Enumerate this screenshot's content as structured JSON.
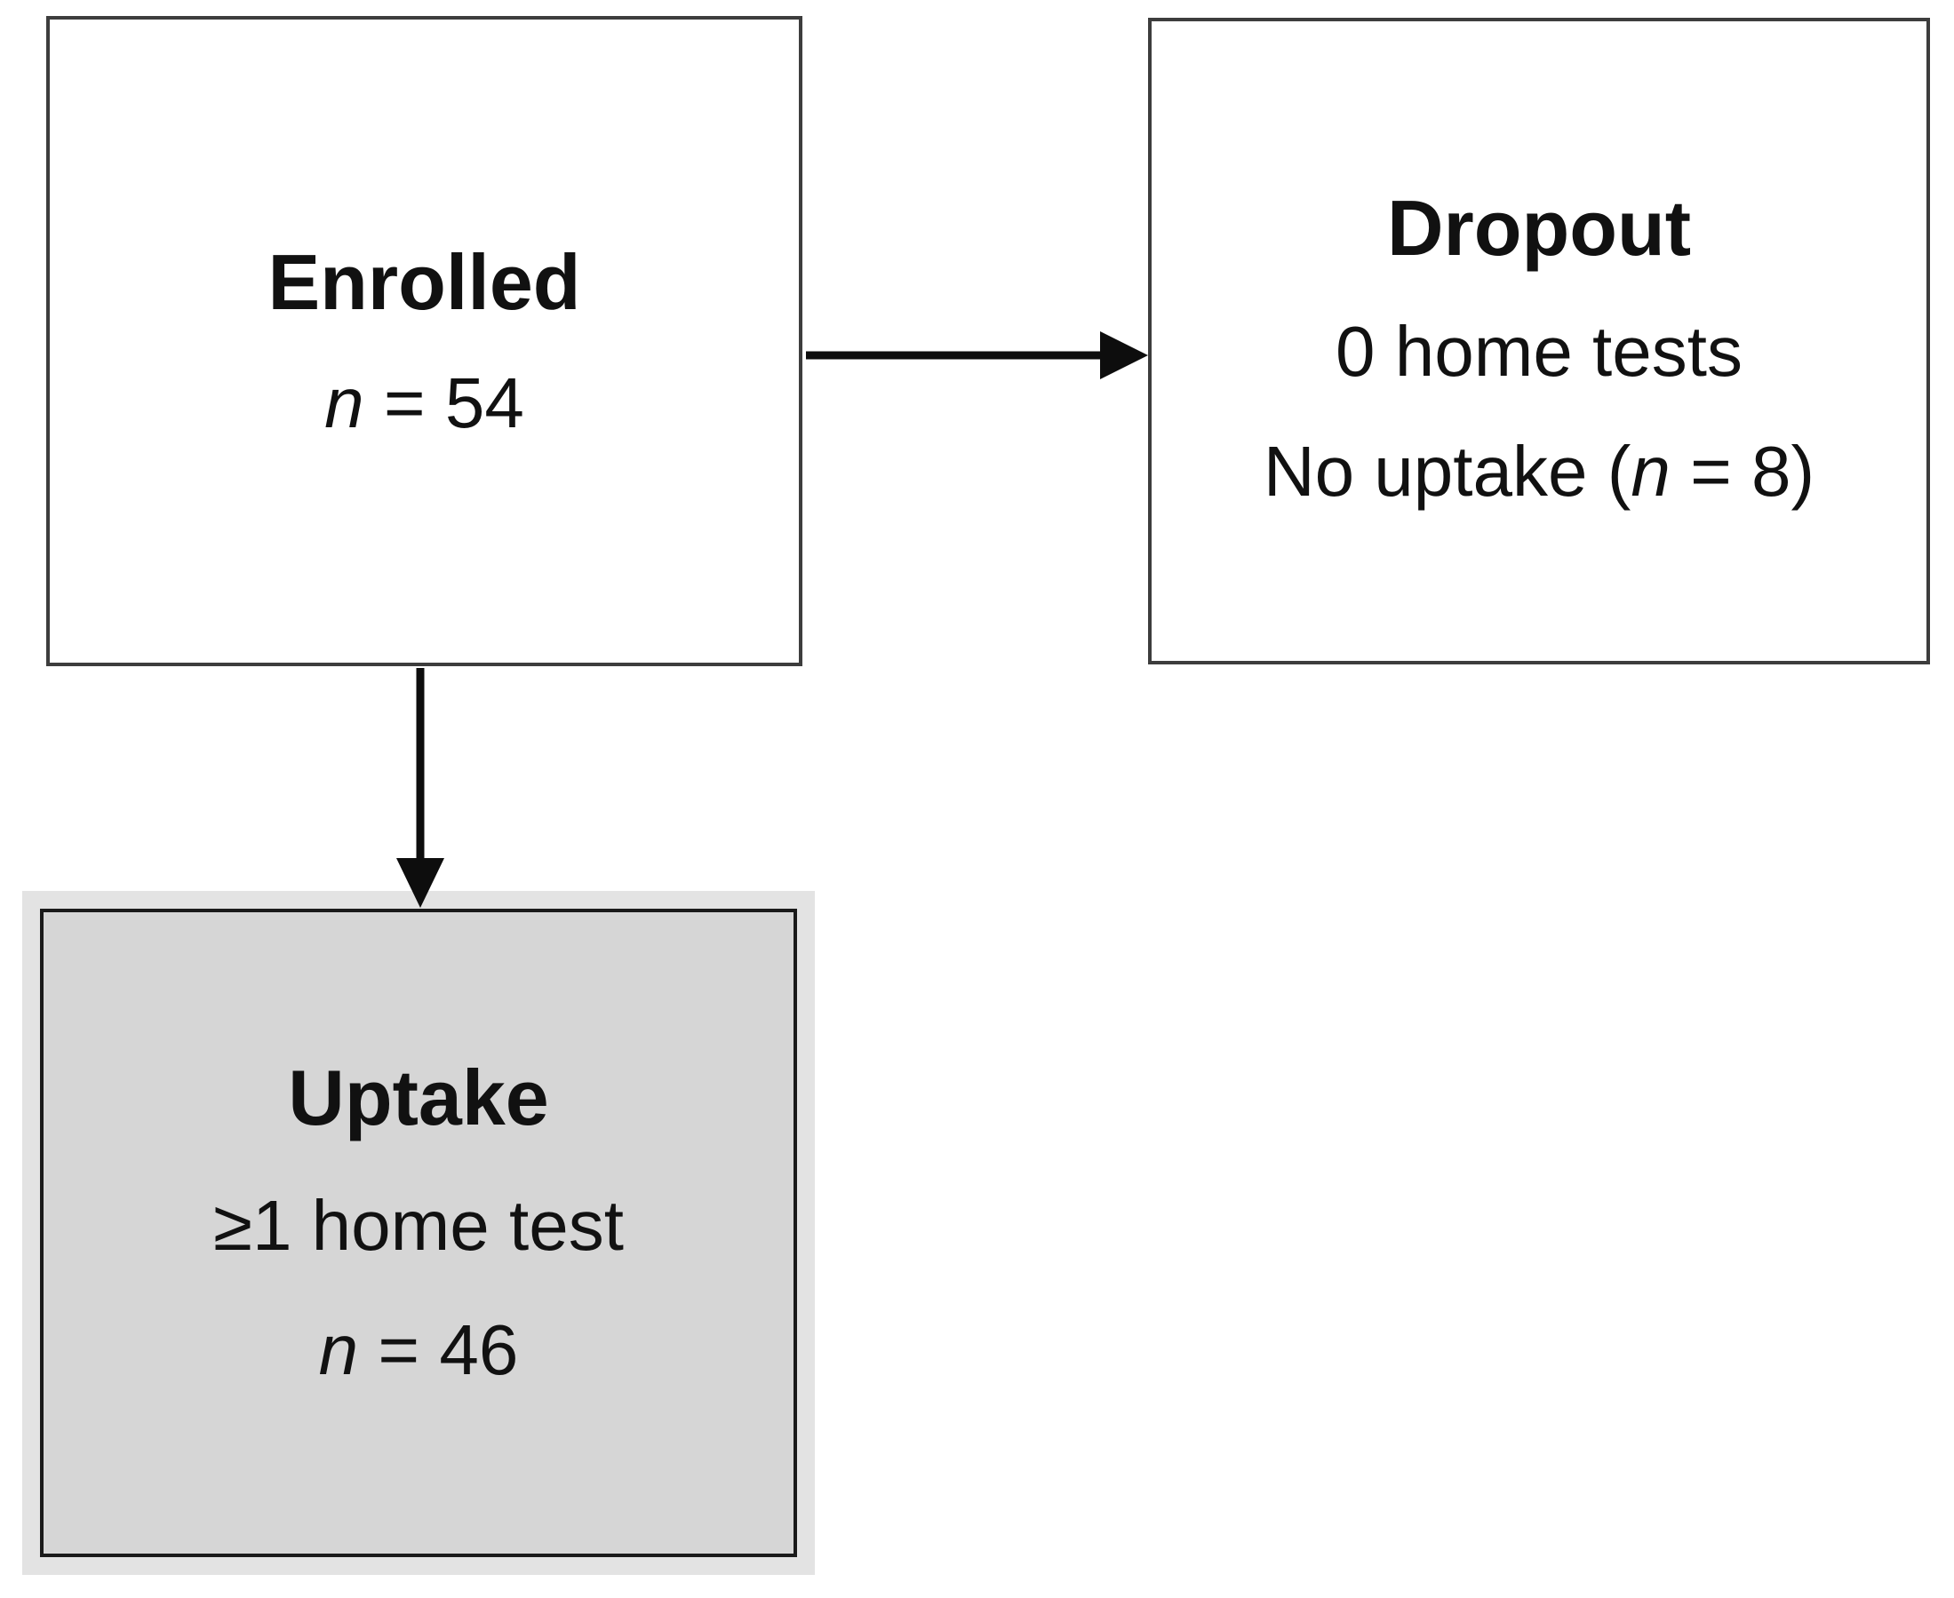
{
  "figure": {
    "type": "flow-diagram",
    "description": "Study participant flow: enrollment to uptake or dropout"
  },
  "boxes": {
    "enrolled": {
      "title": "Enrolled",
      "count_line": {
        "pre": "",
        "italic": "n",
        "post": " = 54"
      }
    },
    "dropout": {
      "title": "Dropout",
      "line1": "0 home tests",
      "line2": {
        "pre": "No uptake (",
        "italic": "n",
        "post": " = 8)"
      }
    },
    "uptake": {
      "title": "Uptake",
      "line1": "≥1 home test",
      "line2": {
        "pre": "",
        "italic": "n",
        "post": " = 46"
      }
    }
  },
  "edges": [
    {
      "from": "enrolled",
      "to": "dropout",
      "direction": "right"
    },
    {
      "from": "enrolled",
      "to": "uptake",
      "direction": "down"
    }
  ],
  "colors": {
    "box-border": "#3d3d3d",
    "uptake-border": "#1a1a1a",
    "uptake-fill": "#d6d6d6",
    "uptake-halo": "#e3e3e3",
    "arrow": "#0d0d0d",
    "text": "#111111",
    "bg": "#ffffff"
  }
}
